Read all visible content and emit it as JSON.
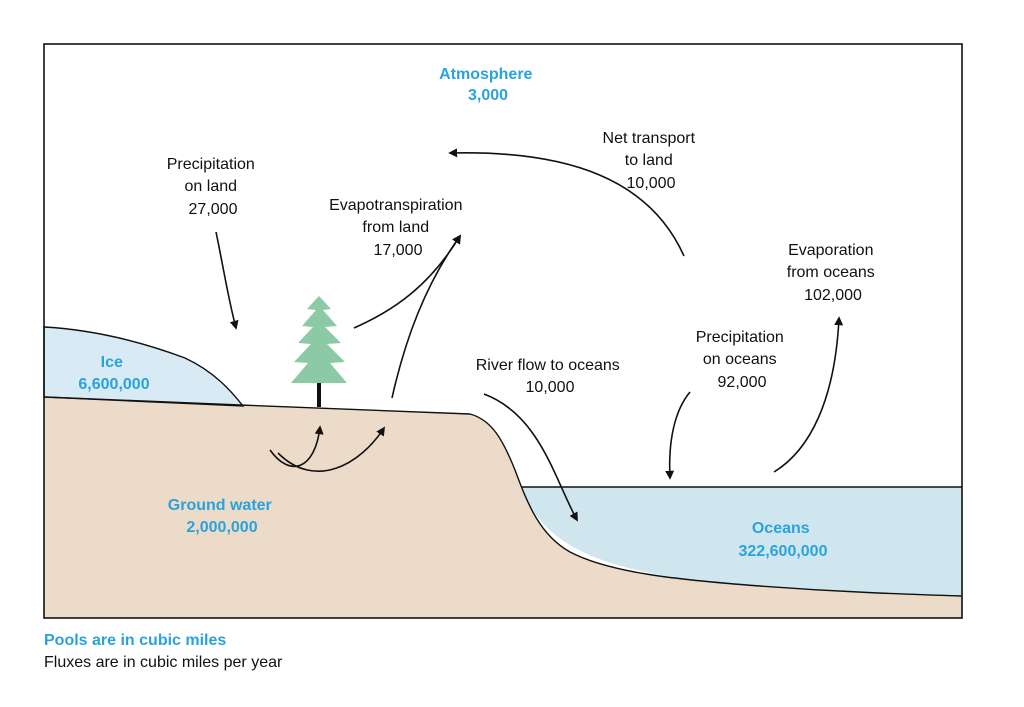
{
  "colors": {
    "pool_label": "#2aa3dc",
    "land": "#ecdbc8",
    "ice": "#d8eaf3",
    "ocean": "#cfe6ee",
    "tree": "#8ccaa6",
    "outline": "#111111"
  },
  "pools": {
    "atmosphere": {
      "name": "Atmosphere",
      "value": "3,000"
    },
    "ice": {
      "name": "Ice",
      "value": "6,600,000"
    },
    "ground_water": {
      "name": "Ground water",
      "value": "2,000,000"
    },
    "oceans": {
      "name": "Oceans",
      "value": "322,600,000"
    }
  },
  "fluxes": {
    "precip_land": [
      "Precipitation",
      "on land",
      "27,000"
    ],
    "evapotranspiration": [
      "Evapotranspiration",
      "from land",
      "17,000"
    ],
    "net_transport": [
      "Net transport",
      "to land",
      "10,000"
    ],
    "evap_oceans": [
      "Evaporation",
      "from oceans",
      "102,000"
    ],
    "precip_oceans": [
      "Precipitation",
      "on oceans",
      "92,000"
    ],
    "river_flow": [
      "River flow to oceans",
      "10,000"
    ]
  },
  "notes": {
    "pools": "Pools are in cubic miles",
    "fluxes": "Fluxes are in cubic miles per year"
  }
}
